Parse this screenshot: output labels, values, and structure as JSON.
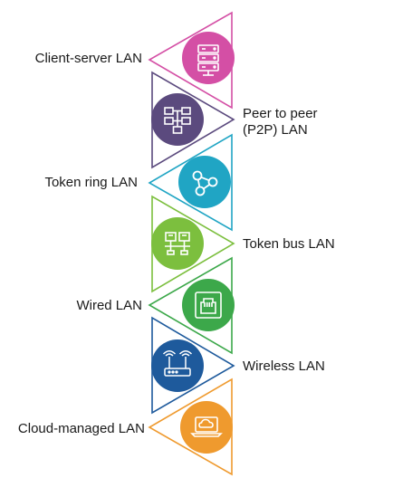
{
  "items": [
    {
      "label": "Client-server LAN",
      "color": "#d44fa5",
      "icon": "server-rack-icon",
      "side": "left"
    },
    {
      "label": "Peer to peer\n(P2P) LAN",
      "color": "#5b4a7e",
      "icon": "network-nodes-icon",
      "side": "right"
    },
    {
      "label": "Token ring LAN",
      "color": "#20a5c4",
      "icon": "ring-topology-icon",
      "side": "left"
    },
    {
      "label": "Token bus LAN",
      "color": "#7cbf3e",
      "icon": "bus-topology-icon",
      "side": "right"
    },
    {
      "label": "Wired LAN",
      "color": "#3ca84a",
      "icon": "ethernet-port-icon",
      "side": "left"
    },
    {
      "label": "Wireless LAN",
      "color": "#1e5a9c",
      "icon": "wifi-router-icon",
      "side": "right"
    },
    {
      "label": "Cloud-managed LAN",
      "color": "#ef9a2e",
      "icon": "cloud-laptop-icon",
      "side": "left"
    }
  ]
}
